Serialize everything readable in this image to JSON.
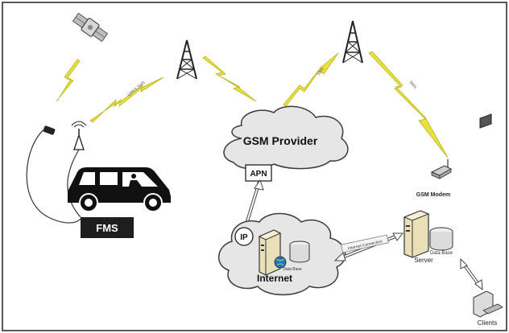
{
  "colors": {
    "lightning_yellow": "#e8e23a",
    "cloud_fill": "#e6e6e6",
    "cloud_stroke": "#3c3c3c",
    "fms_box": "#1e1e1e",
    "vehicle": "#111111",
    "server_beige": "#e9dfb8",
    "globe_blue": "#2a70c8"
  },
  "icons": {
    "satellite": "satellite-icon",
    "tower": "cell-tower-icon",
    "vehicle": "van-icon",
    "server": "server-icon",
    "database": "database-icon",
    "modem": "gsm-modem-icon",
    "clients": "client-computer-icon",
    "gps": "gps-receiver-icon",
    "antenna": "antenna-icon"
  },
  "labels": {
    "gsm_provider": "GSM Provider",
    "apn": "APN",
    "ip": "IP",
    "internet": "Internet",
    "fms": "FMS",
    "gsm_modem": "GSM Modem",
    "server": "Server",
    "database_right": "Data Base",
    "database_left": "Data Base",
    "internet_connection": "Internet Connection",
    "clients": "Clients",
    "link_vehicle_tower": "GPRS SMS",
    "link_tower_cloud_right": "SMS",
    "link_tower_modem": "SMS"
  }
}
